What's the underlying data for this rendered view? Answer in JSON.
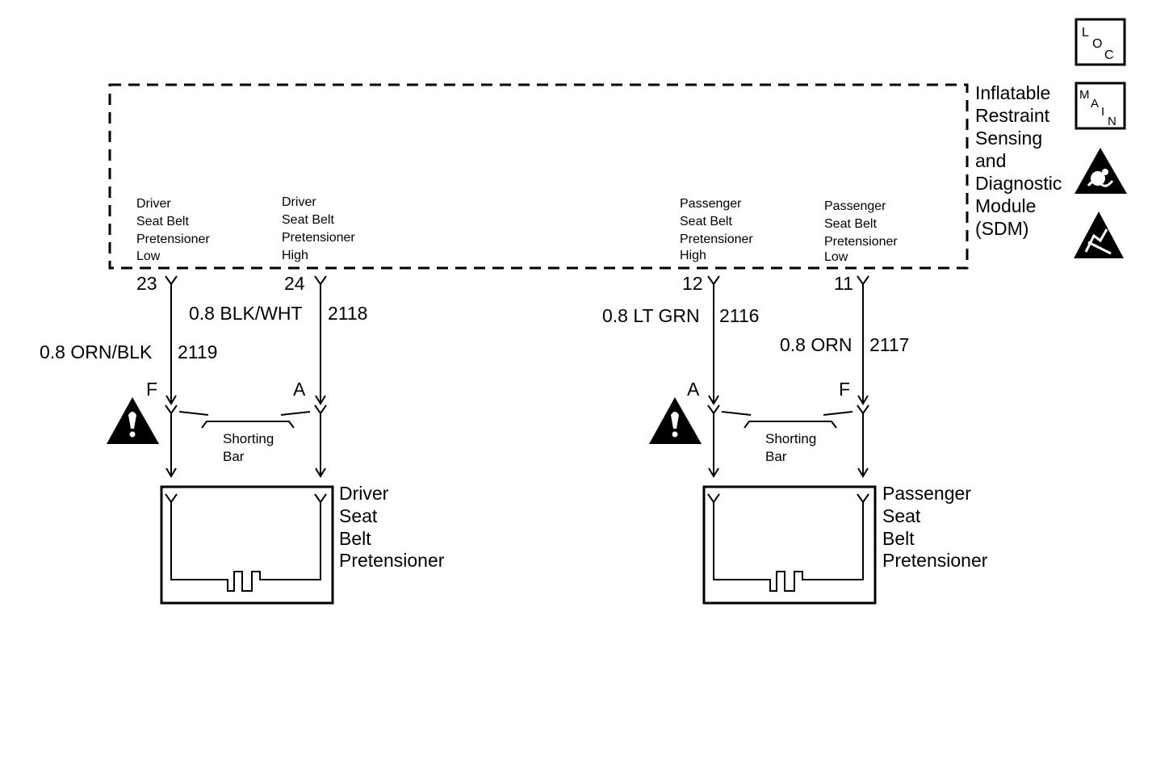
{
  "module": {
    "name_lines": [
      "Inflatable",
      "Restraint",
      "Sensing",
      "and",
      "Diagnostic",
      "Module",
      "(SDM)"
    ]
  },
  "icons": {
    "loc": {
      "letters": [
        "L",
        "O",
        "C"
      ]
    },
    "main": {
      "letters": [
        "M",
        "A",
        "I",
        "N"
      ]
    }
  },
  "circuits": [
    {
      "pin": "23",
      "label_lines": [
        "Driver",
        "Seat Belt",
        "Pretensioner",
        "Low"
      ],
      "wire": "0.8 ORN/BLK",
      "circuit": "2119",
      "connector": "F"
    },
    {
      "pin": "24",
      "label_lines": [
        "Driver",
        "Seat Belt",
        "Pretensioner",
        "High"
      ],
      "wire": "0.8 BLK/WHT",
      "circuit": "2118",
      "connector": "A"
    },
    {
      "pin": "12",
      "label_lines": [
        "Passenger",
        "Seat Belt",
        "Pretensioner",
        "High"
      ],
      "wire": "0.8 LT GRN",
      "circuit": "2116",
      "connector": "A"
    },
    {
      "pin": "11",
      "label_lines": [
        "Passenger",
        "Seat Belt",
        "Pretensioner",
        "Low"
      ],
      "wire": "0.8 ORN",
      "circuit": "2117",
      "connector": "F"
    }
  ],
  "shorting_bars": [
    {
      "label_lines": [
        "Shorting",
        "Bar"
      ]
    },
    {
      "label_lines": [
        "Shorting",
        "Bar"
      ]
    }
  ],
  "components": [
    {
      "name_lines": [
        "Driver",
        "Seat",
        "Belt",
        "Pretensioner"
      ]
    },
    {
      "name_lines": [
        "Passenger",
        "Seat",
        "Belt",
        "Pretensioner"
      ]
    }
  ]
}
